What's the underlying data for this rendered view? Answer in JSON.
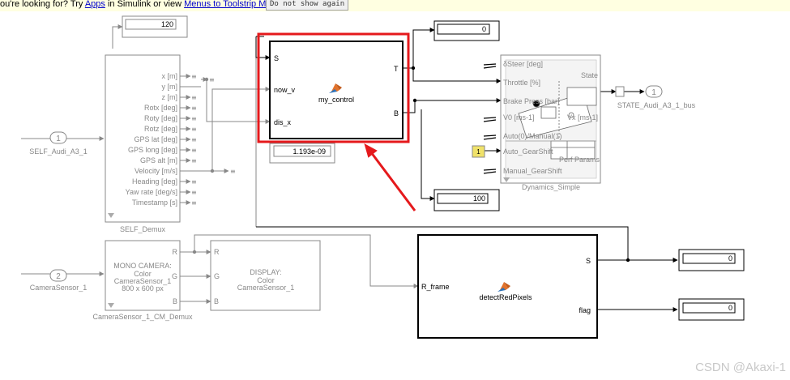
{
  "banner": {
    "text_pre": "ou're looking for? Try ",
    "link_apps": "Apps",
    "text_mid": " in Simulink or view ",
    "link_mapping": "Menus to Toolstrip Mapping",
    "text_post": ".",
    "button_label": "Do not show again"
  },
  "self_demux": {
    "name": "SELF_Demux",
    "outputs": [
      "x [m]",
      "y [m]",
      "z [m]",
      "Rotx [deg]",
      "Roty [deg]",
      "Rotz [deg]",
      "GPS lat [deg]",
      "GPS long [deg]",
      "GPS alt [m]",
      "Velocity [m/s]",
      "Heading [deg]",
      "Yaw rate [deg/s]",
      "Timestamp [s]"
    ]
  },
  "inport_self": {
    "number": "1",
    "name": "SELF_Audi_A3_1"
  },
  "inport_camera": {
    "number": "2",
    "name": "CameraSensor_1"
  },
  "display_top": {
    "value": "120"
  },
  "display_t": {
    "value": "0"
  },
  "display_b": {
    "value": "100"
  },
  "display_small": {
    "value": "1.193e-09"
  },
  "display_s": {
    "value": "0"
  },
  "display_flag": {
    "value": "0"
  },
  "my_control": {
    "name": "my_control",
    "inputs": [
      "S",
      "now_v",
      "dis_x"
    ],
    "outputs": [
      "T",
      "B"
    ]
  },
  "dynamics": {
    "name": "Dynamics_Simple",
    "inputs": [
      "δSteer [deg]",
      "Throttle [%]",
      "Brake Press [bar]",
      "V0 [ms-1]",
      "Auto(0)/Manual(1)",
      "Auto_GearShift",
      "Manual_GearShift"
    ],
    "state_label": "State",
    "vel_label": "Vx [ms-1]",
    "perf_label": "Perf Params"
  },
  "const_one": {
    "value": "1"
  },
  "outport_state": {
    "number": "1",
    "name": "STATE_Audi_A3_1_bus"
  },
  "camera_demux": {
    "name": "CameraSensor_1_CM_Demux",
    "title": "MONO CAMERA:",
    "lines": [
      "Color",
      "CameraSensor_1",
      "800 x 600 px"
    ],
    "outputs": [
      "R",
      "G",
      "B"
    ]
  },
  "display_camera": {
    "title": "DISPLAY:",
    "lines": [
      "Color",
      "CameraSensor_1"
    ],
    "inputs": [
      "R",
      "G",
      "B"
    ]
  },
  "detect": {
    "name": "detectRedPixels",
    "input": "R_frame",
    "outputs": [
      "S",
      "flag"
    ]
  },
  "watermark": "CSDN @Akaxi-1"
}
